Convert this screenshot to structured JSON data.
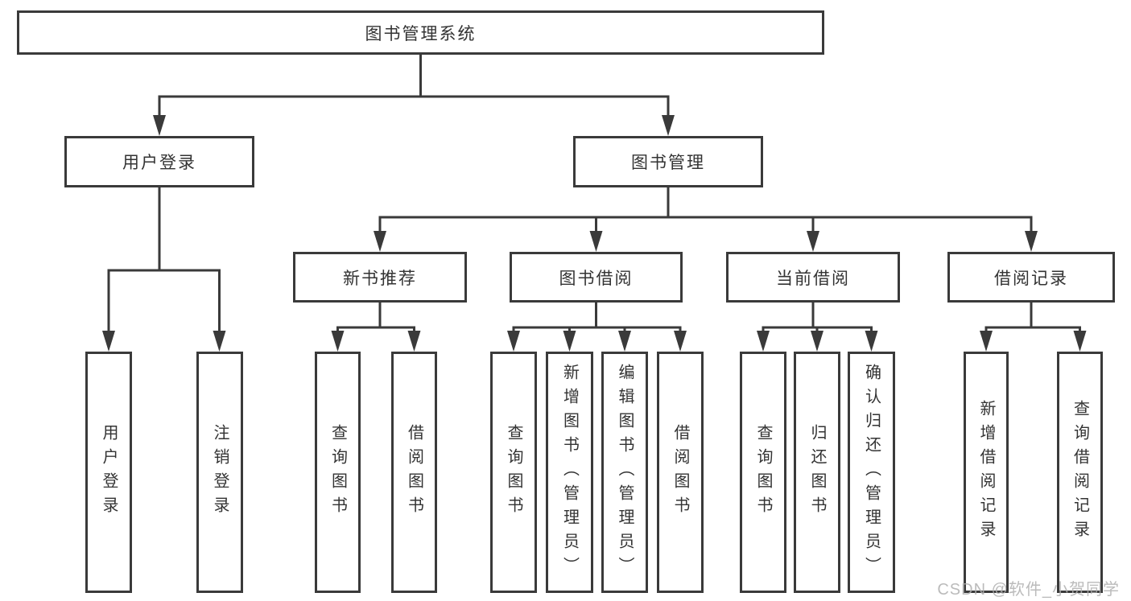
{
  "nodes": {
    "root": "图书管理系统",
    "level2": {
      "user_login": "用户登录",
      "book_mgmt": "图书管理"
    },
    "level3": {
      "new_books": "新书推荐",
      "book_borrow": "图书借阅",
      "current_borrow": "当前借阅",
      "borrow_records": "借阅记录"
    },
    "leaves": {
      "user_login": [
        "用户登录",
        "注销登录"
      ],
      "new_books": [
        "查询图书",
        "借阅图书"
      ],
      "book_borrow": [
        "查询图书",
        "新增图书（管理员）",
        "编辑图书（管理员）",
        "借阅图书"
      ],
      "current_borrow": [
        "查询图书",
        "归还图书",
        "确认归还（管理员）"
      ],
      "borrow_records": [
        "新增借阅记录",
        "查询借阅记录"
      ]
    }
  },
  "watermark": "CSDN @软件_小贺同学",
  "colors": {
    "line": "#3a3a3a",
    "text": "#333333",
    "watermark": "#b0b0b0",
    "background": "#ffffff"
  }
}
